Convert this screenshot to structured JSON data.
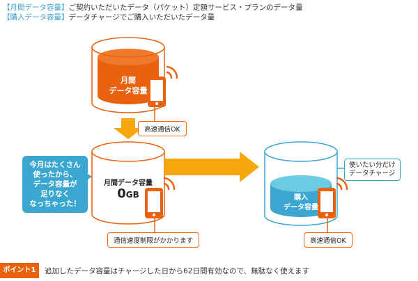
{
  "legend": [
    {
      "key": "【月間データ容量】",
      "text": "ご契約いただいたデータ（パケット）定額サービス・プランのデータ量"
    },
    {
      "key": "【購入データ容量】",
      "text": "データチャージでご購入いただいたデータ量"
    }
  ],
  "top_cylinder": {
    "label_line1": "月間",
    "label_line2": "データ容量",
    "callout": "高速通信OK"
  },
  "middle_cylinder": {
    "label": "月間データ容量",
    "value": "0",
    "unit": "GB",
    "callout": "通信速度制限がかかります"
  },
  "speech_bubble": {
    "lines": [
      "今月はたくさん",
      "使ったから、",
      "データ容量が",
      "足りなく",
      "なっちゃった！"
    ]
  },
  "right_cylinder": {
    "label_line1": "購入",
    "label_line2": "データ容量",
    "callout_top_line1": "使いたい分だけ",
    "callout_top_line2": "データチャージ",
    "callout_bottom": "高速通信OK"
  },
  "point": {
    "badge": "ポイント1",
    "text": "追加したデータ容量はチャージした日から62日間有効なので、無駄なく使えます"
  },
  "colors": {
    "orange": "#e8620f",
    "arrow_orange": "#f7a70e",
    "blue": "#3ba6cf",
    "light_blue": "#6ccbe0"
  },
  "icons": [
    "smartphone-icon",
    "signal-waves-icon",
    "down-arrow-icon",
    "right-arrow-icon"
  ]
}
